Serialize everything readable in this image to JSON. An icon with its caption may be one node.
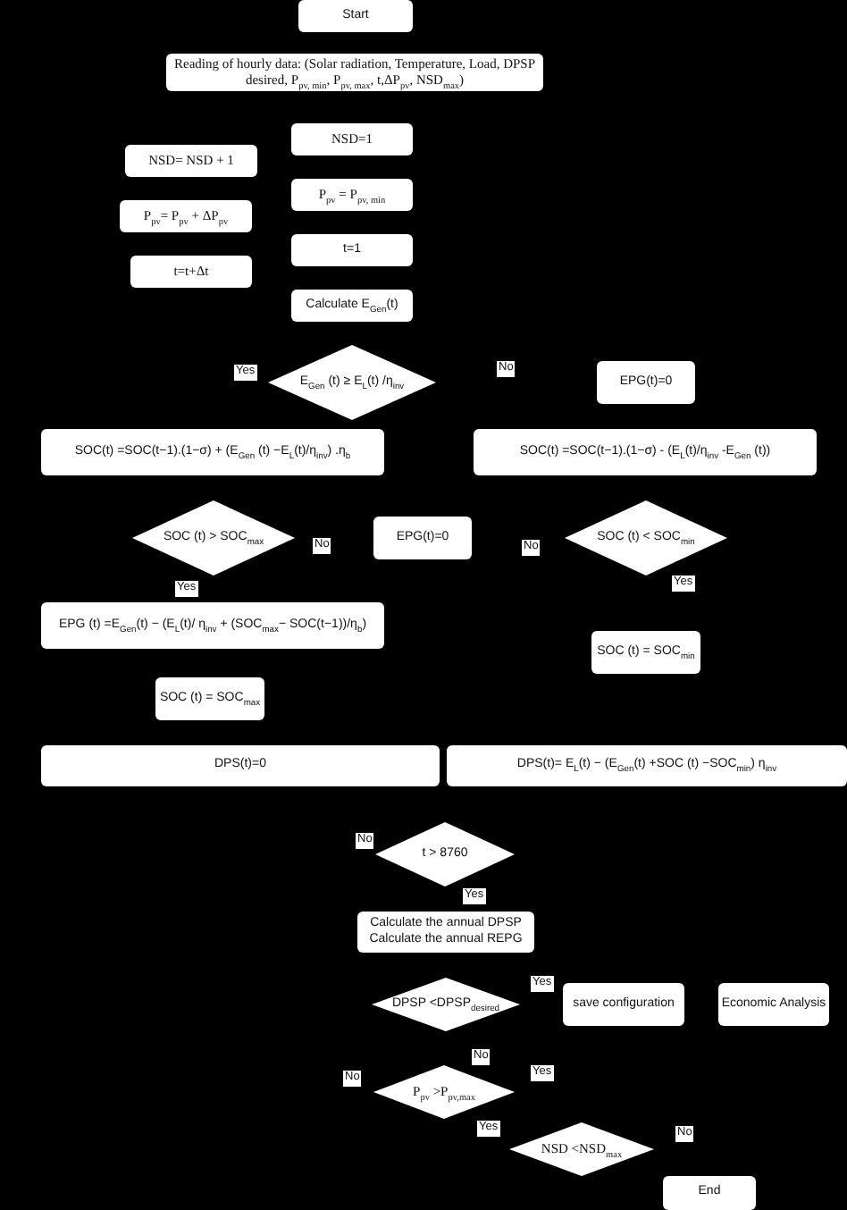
{
  "diagram": {
    "nodes": [
      {
        "text": [
          "Start"
        ]
      },
      {
        "text": [
          "Reading of hourly data: (Solar radiation, Temperature, Load, DPSP desired, P$_{pv, min}$, P$_{pv, max}$, t,ΔP$_{pv}$, NSD$_{max}$)"
        ]
      },
      {
        "text": [
          "NSD=1"
        ]
      },
      {
        "text": [
          "NSD= NSD + 1"
        ]
      },
      {
        "text": [
          "P$_{pv}$ = P$_{pv, min}$"
        ]
      },
      {
        "text": [
          "P$_{pv}$= P$_{pv}$ + ΔP$_{pv}$"
        ]
      },
      {
        "text": [
          "t=1"
        ]
      },
      {
        "text": [
          "t=t+Δt"
        ]
      },
      {
        "text": [
          "Calculate E$_{Gen}$(t)"
        ]
      },
      {
        "text": [
          "E$_{Gen}$ (t) ≥ E$_{L}$(t) /η$_{inv}$"
        ]
      },
      {
        "text": [
          "EPG(t)=0"
        ]
      },
      {
        "text": [
          "SOC(t) =SOC(t−1).(1−σ) + (E$_{Gen}$ (t) −E$_{L}$(t)/η$_{inv}$) .η$_{b}$"
        ]
      },
      {
        "text": [
          "SOC(t) =SOC(t−1).(1−σ) - (E$_{L}$(t)/η$_{inv}$ -E$_{Gen}$ (t))"
        ]
      },
      {
        "text": [
          "SOC (t) > SOC$_{max}$"
        ]
      },
      {
        "text": [
          "EPG(t)=0"
        ]
      },
      {
        "text": [
          "SOC (t) < SOC$_{min}$"
        ]
      },
      {
        "text": [
          "EPG (t) =E$_{Gen}$(t) − (E$_{L}$(t)/ η$_{inv}$ + (SOC$_{max}$− SOC(t−1))/η$_{b}$)"
        ]
      },
      {
        "text": [
          "SOC (t) = SOC$_{min}$"
        ]
      },
      {
        "text": [
          "SOC (t) = SOC$_{max}$"
        ]
      },
      {
        "text": [
          "DPS(t)=0"
        ]
      },
      {
        "text": [
          "DPS(t)= E$_{L}$(t) − (E$_{Gen}$(t) +SOC (t) −SOC$_{min}$) η$_{inv}$"
        ]
      },
      {
        "text": [
          "t > 8760"
        ]
      },
      {
        "text": [
          "Calculate the annual DPSP",
          "Calculate the annual REPG"
        ]
      },
      {
        "text": [
          "DPSP <DPSP$_{desired}$"
        ]
      },
      {
        "text": [
          "save configuration"
        ]
      },
      {
        "text": [
          "Economic Analysis"
        ]
      },
      {
        "text": [
          "P$_{pv}$ >P$_{pv,max}$"
        ]
      },
      {
        "text": [
          "NSD <NSD$_{max}$"
        ]
      },
      {
        "text": [
          "End"
        ]
      }
    ],
    "labels": [
      "Yes",
      "No",
      "No",
      "No",
      "Yes",
      "Yes",
      "No",
      "Yes",
      "Yes",
      "No",
      "No",
      "Yes",
      "Yes",
      "No"
    ]
  }
}
